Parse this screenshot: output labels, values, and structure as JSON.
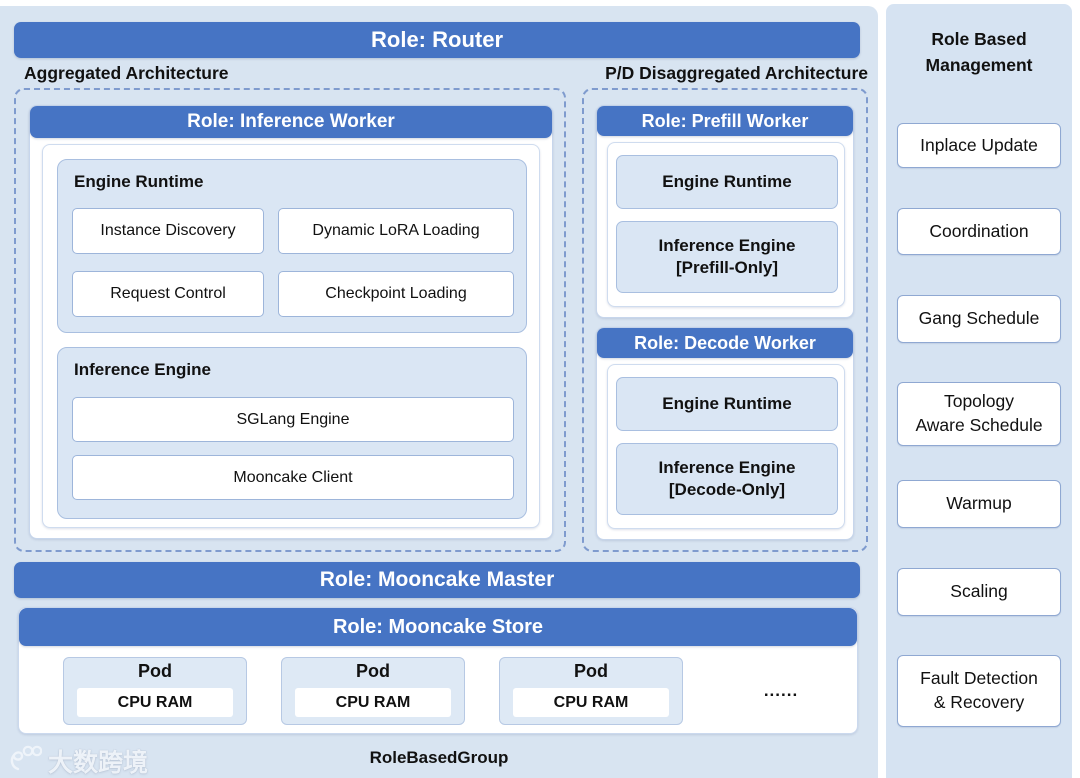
{
  "colors": {
    "banner_blue": "#4674C4",
    "panel_light_blue": "#DAE6F4",
    "background_blue": "#D8E4F1",
    "box_border_blue": "#9DB5DA",
    "dashed_border_blue": "#7F9BCE"
  },
  "diagram": {
    "router_banner": "Role: Router",
    "left_section_label": "Aggregated Architecture",
    "right_section_label": "P/D Disaggregated Architecture",
    "inference_worker": {
      "banner": "Role: Inference Worker",
      "engine_runtime": {
        "title": "Engine Runtime",
        "boxes": [
          "Instance Discovery",
          "Dynamic LoRA Loading",
          "Request Control",
          "Checkpoint Loading"
        ]
      },
      "inference_engine": {
        "title": "Inference Engine",
        "boxes": [
          "SGLang Engine",
          "Mooncake Client"
        ]
      }
    },
    "prefill_worker": {
      "banner": "Role: Prefill Worker",
      "boxes": [
        "Engine Runtime",
        "Inference Engine\n[Prefill-Only]"
      ]
    },
    "decode_worker": {
      "banner": "Role: Decode Worker",
      "boxes": [
        "Engine Runtime",
        "Inference Engine\n[Decode-Only]"
      ]
    },
    "mooncake_master_banner": "Role: Mooncake Master",
    "mooncake_store": {
      "banner": "Role: Mooncake Store",
      "pods": [
        {
          "title": "Pod",
          "resource": "CPU RAM"
        },
        {
          "title": "Pod",
          "resource": "CPU RAM"
        },
        {
          "title": "Pod",
          "resource": "CPU RAM"
        }
      ],
      "more_indicator": "......"
    },
    "bottom_label": "RoleBasedGroup",
    "watermark_text": "大数跨境"
  },
  "sidebar": {
    "title": "Role Based\nManagement",
    "items": [
      "Inplace Update",
      "Coordination",
      "Gang Schedule",
      "Topology\nAware Schedule",
      "Warmup",
      "Scaling",
      "Fault Detection\n& Recovery"
    ]
  }
}
